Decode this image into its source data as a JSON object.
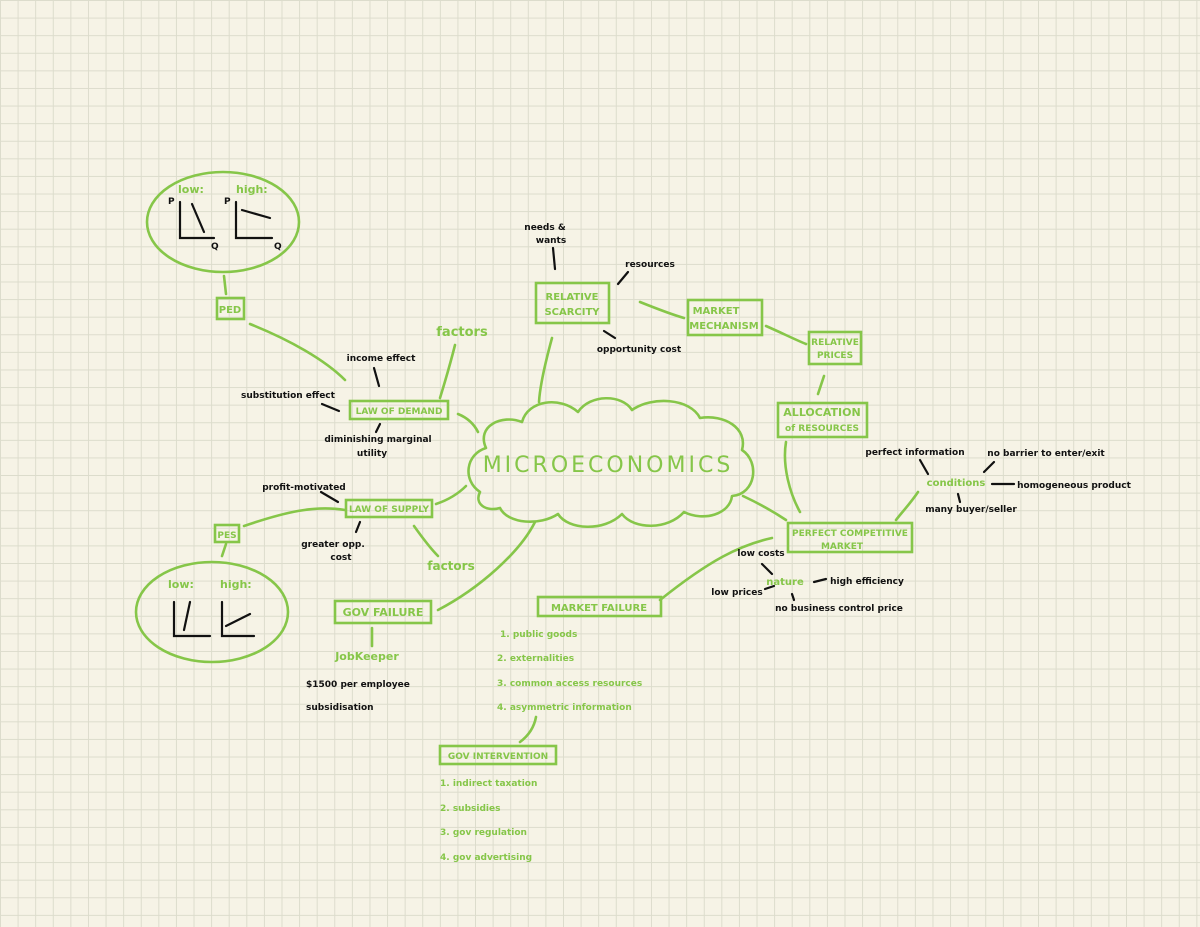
{
  "center": "MICROECONOMICS",
  "ped": {
    "box": "PED",
    "low": "low:",
    "high": "high:",
    "axis_p": "P",
    "axis_q": "Q"
  },
  "pes": {
    "box": "PES",
    "low": "low:",
    "high": "high:"
  },
  "law_of_demand": {
    "box": "LAW OF DEMAND",
    "factors": "factors",
    "income_effect": "income effect",
    "substitution_effect": "substitution effect",
    "diminishing_line1": "diminishing marginal",
    "diminishing_line2": "utility"
  },
  "law_of_supply": {
    "box": "LAW OF SUPPLY",
    "profit": "profit-motivated",
    "greater_line1": "greater opp.",
    "greater_line2": "cost",
    "factors": "factors"
  },
  "relative_scarcity": {
    "box_line1": "RELATIVE",
    "box_line2": "SCARCITY",
    "needs_line1": "needs &",
    "needs_line2": "wants",
    "resources": "resources",
    "opportunity_cost": "opportunity cost"
  },
  "market_mechanism": {
    "box_line1": "MARKET",
    "box_line2": "MECHANISM"
  },
  "relative_prices": {
    "box_line1": "RELATIVE",
    "box_line2": "PRICES"
  },
  "allocation": {
    "box_line1": "ALLOCATION",
    "box_line2": "of RESOURCES"
  },
  "perfect_market": {
    "box_line1": "PERFECT COMPETITIVE",
    "box_line2": "MARKET",
    "conditions": "conditions",
    "perfect_information": "perfect information",
    "no_barrier": "no barrier to enter/exit",
    "homogeneous": "homogeneous product",
    "many_buyer": "many buyer/seller",
    "nature": "nature",
    "low_costs": "low costs",
    "low_prices": "low prices",
    "high_efficiency": "high efficiency",
    "no_control": "no business control price"
  },
  "gov_failure": {
    "box": "GOV FAILURE",
    "example": "JobKeeper",
    "bullet1": "$1500 per employee",
    "bullet2": "subsidisation"
  },
  "market_failure": {
    "box": "MARKET FAILURE",
    "items": [
      "1. public goods",
      "2. externalities",
      "3. common access resources",
      "4. asymmetric information"
    ]
  },
  "gov_intervention": {
    "box": "GOV INTERVENTION",
    "items": [
      "1. indirect taxation",
      "2. subsidies",
      "3. gov regulation",
      "4. gov advertising"
    ]
  },
  "colors": {
    "green": "#86c649",
    "ink": "#111111",
    "paper": "#f6f3e6",
    "grid": "#dcdccc"
  }
}
